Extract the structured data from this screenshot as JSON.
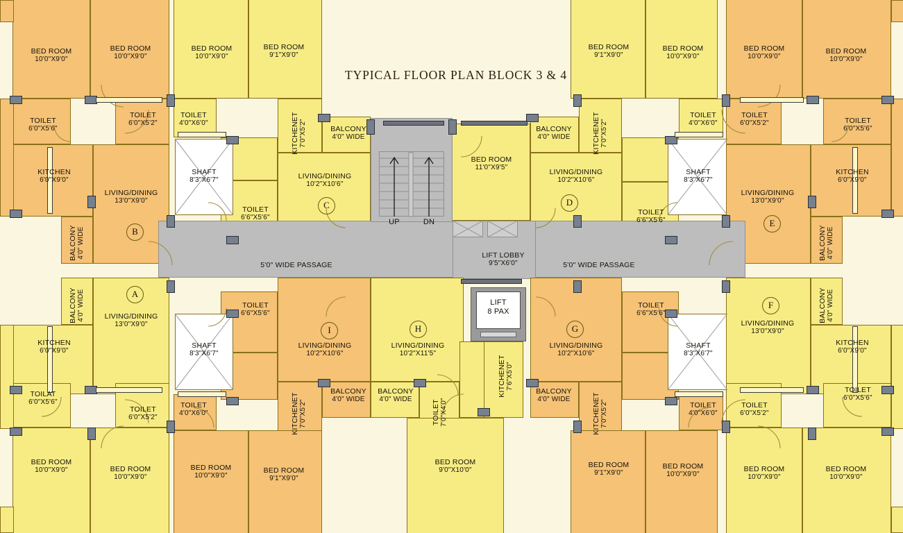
{
  "title": "TYPICAL FLOOR PLAN BLOCK 3 & 4",
  "colors": {
    "orange_unit": "#f5c276",
    "yellow_unit": "#f7ec84",
    "passage_gray": "#bdbdbd",
    "shaft_white": "#ffffff",
    "background": "#fbf6df",
    "wall_outline": "#8a7118",
    "column_fill": "#77808e"
  },
  "central": {
    "passage_left_label": "5'0\" WIDE PASSAGE",
    "passage_right_label": "5'0\" WIDE PASSAGE",
    "stair_up": "UP",
    "stair_dn": "DN",
    "lift_lobby_name": "LIFT LOBBY",
    "lift_lobby_dim": "9'5\"X6'0\"",
    "lift_name": "LIFT",
    "lift_capacity": "8 PAX"
  },
  "unit_markers": [
    "A",
    "B",
    "C",
    "D",
    "E",
    "F",
    "G",
    "H",
    "I"
  ],
  "shafts": [
    {
      "name": "SHAFT",
      "dim": "8'3\"X6'7\""
    },
    {
      "name": "SHAFT",
      "dim": "8'3\"X6'7\""
    },
    {
      "name": "SHAFT",
      "dim": "8'3\"X6'7\""
    },
    {
      "name": "SHAFT",
      "dim": "8'3\"X6'7\""
    }
  ],
  "rooms": [
    {
      "id": "r1",
      "name": "BED ROOM",
      "dim": "10'0\"X9'0\""
    },
    {
      "id": "r2",
      "name": "BED ROOM",
      "dim": "10'0\"X9'0\""
    },
    {
      "id": "r3",
      "name": "BED ROOM",
      "dim": "10'0\"X9'0\""
    },
    {
      "id": "r4",
      "name": "BED ROOM",
      "dim": "9'1\"X9'0\""
    },
    {
      "id": "r5",
      "name": "BED ROOM",
      "dim": "9'1\"X9'0\""
    },
    {
      "id": "r6",
      "name": "BED ROOM",
      "dim": "10'0\"X9'0\""
    },
    {
      "id": "r7",
      "name": "BED ROOM",
      "dim": "10'0\"X9'0\""
    },
    {
      "id": "r8",
      "name": "BED ROOM",
      "dim": "10'0\"X9'0\""
    },
    {
      "id": "r9",
      "name": "TOILET",
      "dim": "6'0\"X5'6\""
    },
    {
      "id": "r10",
      "name": "TOILET",
      "dim": "6'0\"X5'2\""
    },
    {
      "id": "r11",
      "name": "TOILET",
      "dim": "4'0\"X6'0\""
    },
    {
      "id": "r12",
      "name": "TOILET",
      "dim": "4'0\"X6'0\""
    },
    {
      "id": "r13",
      "name": "TOILET",
      "dim": "6'0\"X5'2\""
    },
    {
      "id": "r14",
      "name": "TOILET",
      "dim": "6'0\"X5'6\""
    },
    {
      "id": "r15",
      "name": "KITCHEN",
      "dim": "6'0\"X9'0\""
    },
    {
      "id": "r16",
      "name": "KITCHEN",
      "dim": "6'0\"X9'0\""
    },
    {
      "id": "r17",
      "name": "LIVING/DINING",
      "dim": "13'0\"X9'0\""
    },
    {
      "id": "r18",
      "name": "LIVING/DINING",
      "dim": "13'0\"X9'0\""
    },
    {
      "id": "r19",
      "name": "BALCONY",
      "dim": "4'0\" WIDE"
    },
    {
      "id": "r20",
      "name": "BALCONY",
      "dim": "4'0\" WIDE"
    },
    {
      "id": "r21",
      "name": "BALCONY",
      "dim": "4'0\" WIDE"
    },
    {
      "id": "r22",
      "name": "BALCONY",
      "dim": "4'0\" WIDE"
    },
    {
      "id": "r23",
      "name": "KITCHENET",
      "dim": "7'0\"X5'2\""
    },
    {
      "id": "r24",
      "name": "KITCHENET",
      "dim": "7'0\"X5'2\""
    },
    {
      "id": "r25",
      "name": "BALCONY",
      "dim": "4'0\" WIDE"
    },
    {
      "id": "r26",
      "name": "BALCONY",
      "dim": "4'0\" WIDE"
    },
    {
      "id": "r27",
      "name": "LIVING/DINING",
      "dim": "10'2\"X10'6\""
    },
    {
      "id": "r28",
      "name": "LIVING/DINING",
      "dim": "10'2\"X10'6\""
    },
    {
      "id": "r29",
      "name": "TOILET",
      "dim": "6'6\"X5'6\""
    },
    {
      "id": "r30",
      "name": "TOILET",
      "dim": "6'6\"X5'6\""
    },
    {
      "id": "r31",
      "name": "BED ROOM",
      "dim": "11'0\"X9'5\""
    },
    {
      "id": "r32",
      "name": "KITCHEN",
      "dim": "6'0\"X9'0\""
    },
    {
      "id": "r33",
      "name": "KITCHEN",
      "dim": "6'0\"X9'0\""
    },
    {
      "id": "r34",
      "name": "TOILAT",
      "dim": "6'0\"X5'6\""
    },
    {
      "id": "r35",
      "name": "TOILET",
      "dim": "6'0\"X5'2\""
    },
    {
      "id": "r36",
      "name": "TOILET",
      "dim": "4'0\"X6'0\""
    },
    {
      "id": "r37",
      "name": "TOILET",
      "dim": "4'0\"X6'0\""
    },
    {
      "id": "r38",
      "name": "TOILET",
      "dim": "6'0\"X5'2\""
    },
    {
      "id": "r39",
      "name": "TOILET",
      "dim": "6'0\"X5'6\""
    },
    {
      "id": "r40",
      "name": "LIVING/DINING",
      "dim": "13'0\"X9'0\""
    },
    {
      "id": "r41",
      "name": "LIVING/DINING",
      "dim": "13'0\"X9'0\""
    },
    {
      "id": "r42",
      "name": "TOILET",
      "dim": "6'6\"X5'6\""
    },
    {
      "id": "r43",
      "name": "TOILET",
      "dim": "6'6\"X5'6\""
    },
    {
      "id": "r44",
      "name": "LIVING/DINING",
      "dim": "10'2\"X10'6\""
    },
    {
      "id": "r45",
      "name": "LIVING/DINING",
      "dim": "10'2\"X11'5\""
    },
    {
      "id": "r46",
      "name": "LIVING/DINING",
      "dim": "10'2\"X10'6\""
    },
    {
      "id": "r47",
      "name": "KITCHENET",
      "dim": "7'0\"X5'2\""
    },
    {
      "id": "r48",
      "name": "KITCHENET",
      "dim": "7'0\"X5'2\""
    },
    {
      "id": "r49",
      "name": "KITCHENET",
      "dim": "7'6\"X5'0\""
    },
    {
      "id": "r50",
      "name": "BALCONY",
      "dim": "4'0\" WIDE"
    },
    {
      "id": "r51",
      "name": "BALCONY",
      "dim": "4'0\" WIDE"
    },
    {
      "id": "r52",
      "name": "BALCONY",
      "dim": "4'0\" WIDE"
    },
    {
      "id": "r53",
      "name": "TOILET",
      "dim": "7'0\"X4'0\""
    },
    {
      "id": "r54",
      "name": "BED ROOM",
      "dim": "9'0\"X10'0\""
    },
    {
      "id": "r55",
      "name": "BED ROOM",
      "dim": "10'0\"X9'0\""
    },
    {
      "id": "r56",
      "name": "BED ROOM",
      "dim": "10'0\"X9'0\""
    },
    {
      "id": "r57",
      "name": "BED ROOM",
      "dim": "10'0\"X9'0\""
    },
    {
      "id": "r58",
      "name": "BED ROOM",
      "dim": "9'1\"X9'0\""
    },
    {
      "id": "r59",
      "name": "BED ROOM",
      "dim": "9'1\"X9'0\""
    },
    {
      "id": "r60",
      "name": "BED ROOM",
      "dim": "10'0\"X9'0\""
    },
    {
      "id": "r61",
      "name": "BED ROOM",
      "dim": "10'0\"X9'0\""
    },
    {
      "id": "r62",
      "name": "BED ROOM",
      "dim": "10'0\"X9'0\""
    }
  ]
}
